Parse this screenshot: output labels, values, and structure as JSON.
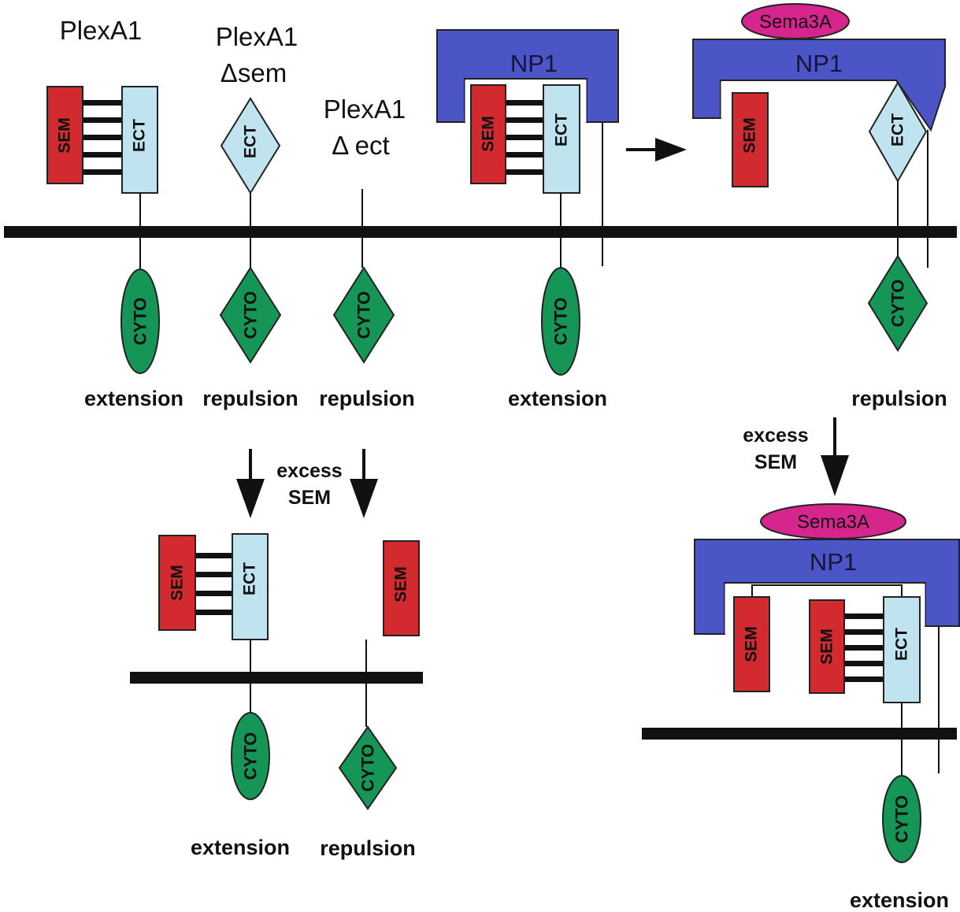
{
  "colors": {
    "sem": "#d22a2f",
    "ect": "#bfe4ef",
    "cyto": "#159556",
    "np1": "#4b55c6",
    "sema3a": "#d6268e",
    "membrane": "#111111"
  },
  "top": {
    "plexa1": {
      "title": "PlexA1",
      "sem": "SEM",
      "ect": "ECT",
      "cyto": "CYTO",
      "outcome": "extension"
    },
    "plexa1_delta_sem": {
      "title": "PlexA1",
      "subtitle": "Δsem",
      "ect": "ECT",
      "cyto": "CYTO",
      "outcome": "repulsion"
    },
    "plexa1_delta_ect": {
      "title": "PlexA1",
      "subtitle": "Δ ect",
      "cyto": "CYTO",
      "outcome": "repulsion"
    },
    "np1_complex": {
      "np1": "NP1",
      "sem": "SEM",
      "ect": "ECT",
      "cyto": "CYTO",
      "outcome": "extension"
    },
    "sema3a_complex": {
      "ligand": "Sema3A",
      "np1": "NP1",
      "sem": "SEM",
      "ect": "ECT",
      "cyto": "CYTO",
      "outcome": "repulsion"
    }
  },
  "excess_sem_left": {
    "label_line1": "excess",
    "label_line2": "SEM",
    "plexa1_delta_sem": {
      "sem": "SEM",
      "ect": "ECT",
      "cyto": "CYTO",
      "outcome": "extension"
    },
    "plexa1_delta_ect": {
      "sem": "SEM",
      "cyto": "CYTO",
      "outcome": "repulsion"
    }
  },
  "excess_sem_right": {
    "label_line1": "excess",
    "label_line2": "SEM",
    "sema3a_complex": {
      "ligand": "Sema3A",
      "np1": "NP1",
      "sem_free": "SEM",
      "sem": "SEM",
      "ect": "ECT",
      "cyto": "CYTO",
      "outcome": "extension"
    }
  }
}
